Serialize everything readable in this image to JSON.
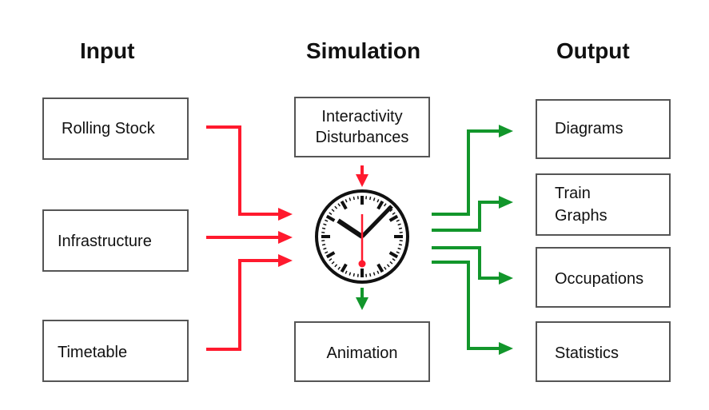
{
  "headings": {
    "input": "Input",
    "simulation": "Simulation",
    "output": "Output"
  },
  "input_items": [
    "Rolling Stock",
    "Infrastructure",
    "Timetable"
  ],
  "simulation": {
    "top_box": [
      "Interactivity",
      "Disturbances"
    ],
    "bottom_box": "Animation",
    "center_icon": "clock-icon"
  },
  "output_items": {
    "diagrams": "Diagrams",
    "train_graphs": [
      "Train",
      "Graphs"
    ],
    "occupations": "Occupations",
    "statistics": "Statistics"
  },
  "colors": {
    "input_flow": "#ff1a2e",
    "output_flow": "#12962b",
    "box_border": "#555555",
    "text": "#111111"
  }
}
